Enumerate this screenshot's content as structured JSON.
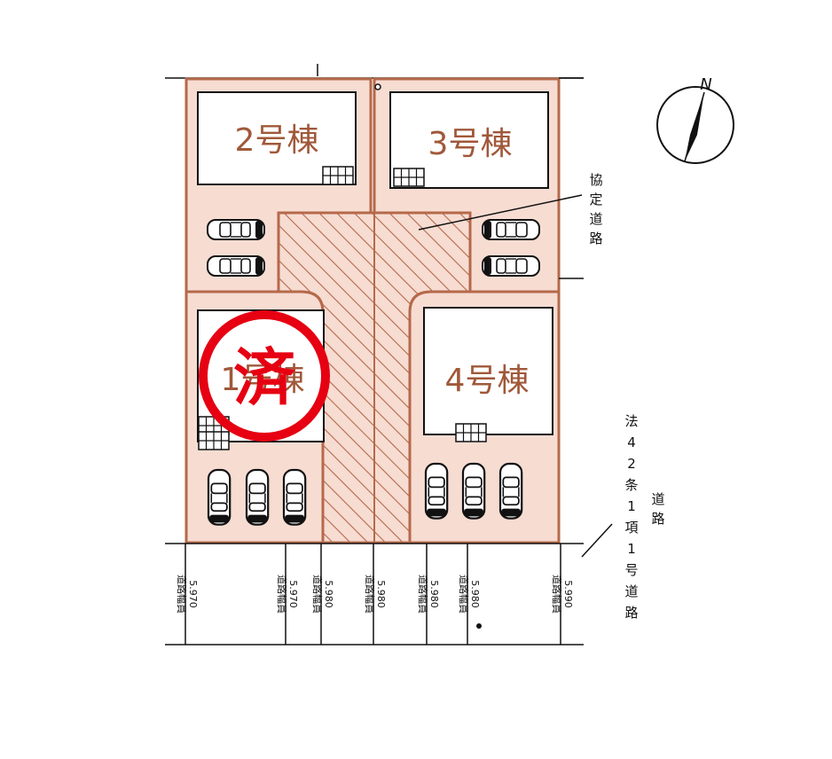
{
  "colors": {
    "lot_fill": "#f7dcd2",
    "lot_stroke": "#b5694a",
    "house_label": "#a0583a",
    "sold_mark": "#e60012",
    "line": "#111111"
  },
  "lots": [
    {
      "id": "lot-2",
      "label": "2号棟",
      "status": "available"
    },
    {
      "id": "lot-3",
      "label": "3号棟",
      "status": "available"
    },
    {
      "id": "lot-1",
      "label": "1号棟",
      "status": "sold"
    },
    {
      "id": "lot-4",
      "label": "4号棟",
      "status": "available"
    }
  ],
  "sold_mark_text": "済",
  "agreement_road_label": "協定道路",
  "front_road_label": {
    "column1": "法42条1項1号道路",
    "column2": "道路"
  },
  "road_widths": [
    {
      "label": "道路幅員",
      "value": "5.970"
    },
    {
      "label": "道路幅員",
      "value": "5.970"
    },
    {
      "label": "道路幅員",
      "value": "5.980"
    },
    {
      "label": "道路幅員",
      "value": "5.980"
    },
    {
      "label": "道路幅員",
      "value": "5.980"
    },
    {
      "label": "道路幅員",
      "value": "5.980"
    },
    {
      "label": "道路幅員",
      "value": "5.990"
    }
  ],
  "compass": {
    "label": "N",
    "icon": "north-arrow-icon"
  }
}
